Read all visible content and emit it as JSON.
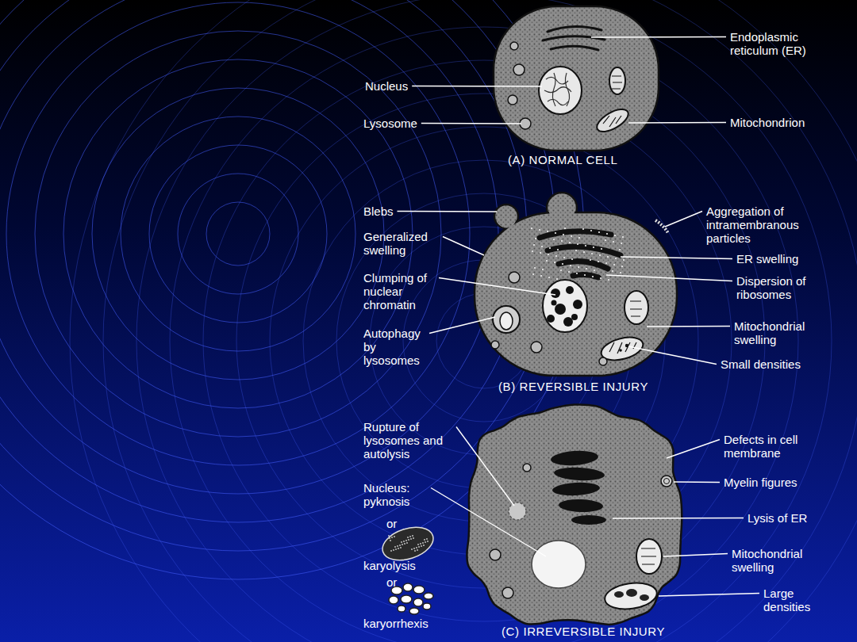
{
  "diagram": {
    "labels": [
      "Endoplasmic reticulum (ER)",
      "Nucleus",
      "Lysosome",
      "Mitochondrion",
      "(A) NORMAL CELL",
      "Blebs",
      "Aggregation of intramembranous particles",
      "Generalized swelling",
      "ER swelling",
      "Clumping of nuclear chromatin",
      "Dispersion of ribosomes",
      "Autophagy by lysosomes",
      "Mitochondrial swelling",
      "Small densities",
      "(B) REVERSIBLE INJURY",
      "Rupture of lysosomes and autolysis",
      "Defects in cell membrane",
      "Nucleus: pyknosis",
      "Myelin figures",
      "or",
      "Lysis of ER",
      "karyolysis",
      "Mitochondrial swelling",
      "or",
      "Large densities",
      "karyorrhexis",
      "(C) IRREVERSIBLE INJURY"
    ]
  }
}
